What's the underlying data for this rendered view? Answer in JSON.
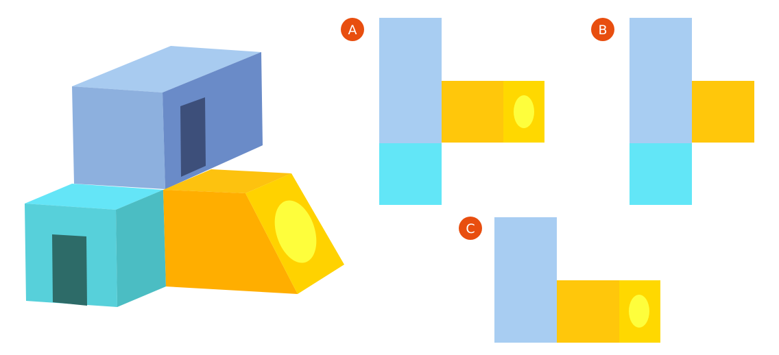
{
  "colors": {
    "blue_top": "#a8cbf0",
    "blue_front": "#8db0de",
    "blue_side": "#6a8bc8",
    "blue_door": "#3d4f7a",
    "cyan_top": "#64e5f7",
    "cyan_front": "#57d0da",
    "cyan_side": "#4bbdc3",
    "cyan_door": "#2d6b68",
    "orange_top": "#fdc20f",
    "orange_front": "#ffae00",
    "orange_slope": "#ffd200",
    "orange_hole": "#fefe3c",
    "view_blue": "#a8cdf2",
    "view_cyan": "#62e6f7",
    "view_orange": "#ffc70b",
    "view_orange_face": "#ffd800",
    "view_hole": "#fefe3c",
    "badge": "#e84e0f",
    "badge_text": "#ffffff"
  },
  "options": [
    {
      "label": "A"
    },
    {
      "label": "B"
    },
    {
      "label": "C"
    }
  ]
}
